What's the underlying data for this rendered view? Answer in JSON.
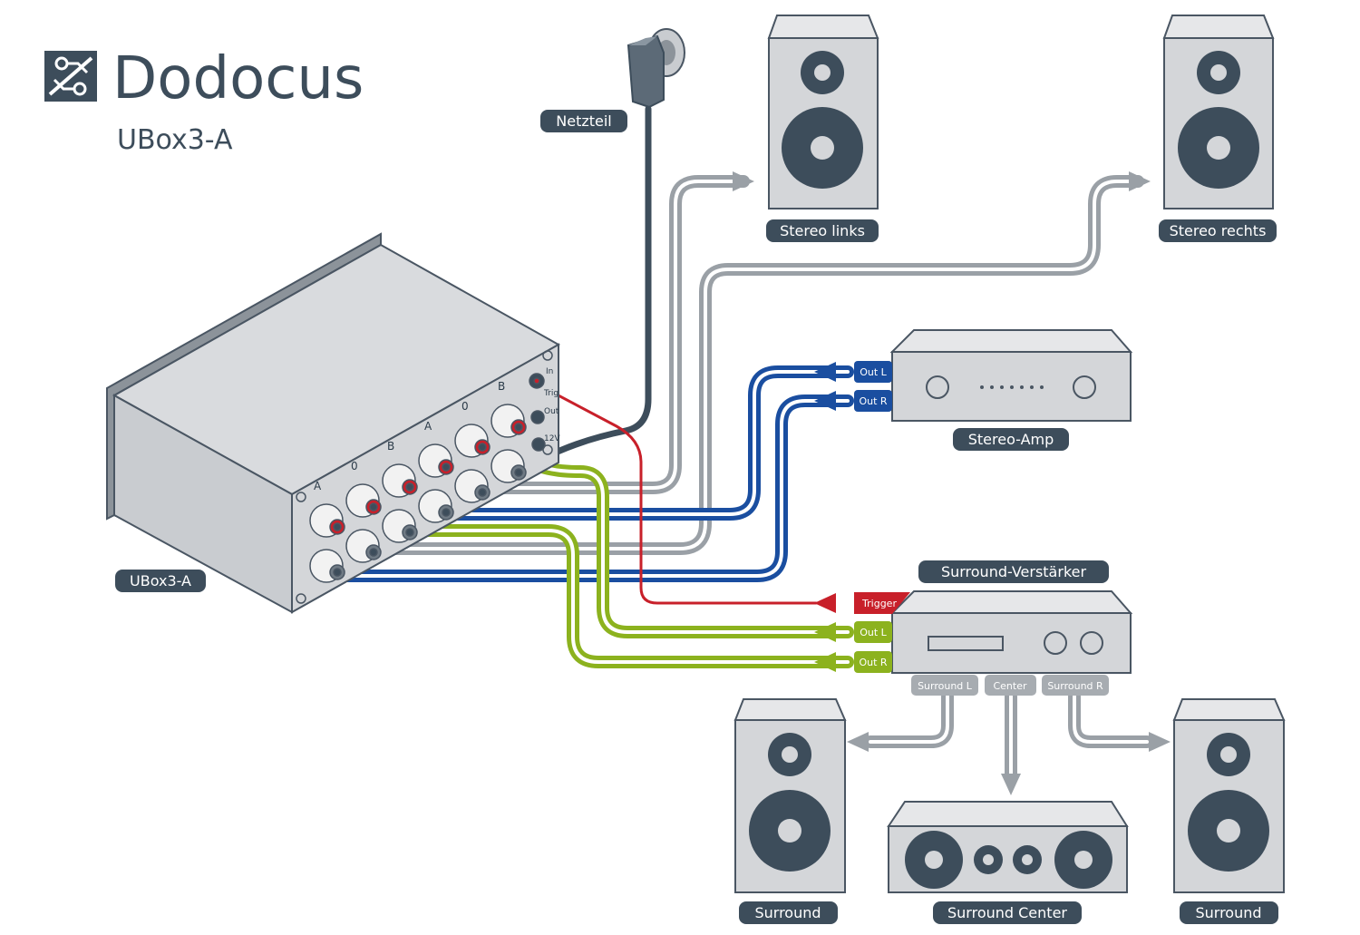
{
  "brand": {
    "name": "Dodocus",
    "product": "UBox3-A"
  },
  "colors": {
    "dark": "#3d4d5b",
    "device": "#d4d6d9",
    "stroke": "#4a5663",
    "signal_gray": "#9aa0a6",
    "red": "#c8202a",
    "blue": "#1a4ea0",
    "green": "#8cb21e",
    "tag_gray": "#a7acb1"
  },
  "labels": {
    "netzteil": "Netzteil",
    "stereo_links": "Stereo links",
    "stereo_rechts": "Stereo rechts",
    "stereo_amp": "Stereo-Amp",
    "ubox": "UBox3-A",
    "surround_amp": "Surround-Verstärker",
    "surround_left": "Surround",
    "surround_center": "Surround Center",
    "surround_right": "Surround"
  },
  "tags": {
    "amp_out_l": "Out L",
    "amp_out_r": "Out R",
    "trigger": "Trigger",
    "sur_out_l": "Out L",
    "sur_out_r": "Out R",
    "surround_l": "Surround L",
    "center": "Center",
    "surround_r": "Surround R"
  },
  "box_panel": {
    "col_labels": [
      "A",
      "0",
      "B",
      "A",
      "0",
      "B"
    ],
    "side_labels": [
      "In",
      "Trig",
      "Out",
      "12V"
    ]
  },
  "icons": {
    "logo": "dodocus-logo-icon",
    "adapter": "power-adapter-icon",
    "speaker": "speaker-icon",
    "amp": "amplifier-icon",
    "center_speaker": "center-speaker-icon"
  }
}
